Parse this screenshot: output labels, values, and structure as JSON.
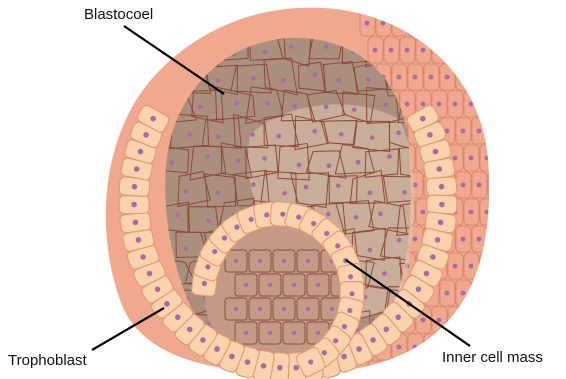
{
  "labels": {
    "blastocoel": "Blastocoel",
    "trophoblast": "Trophoblast",
    "inner_cell_mass": "Inner cell mass"
  },
  "colors": {
    "outer_cell_fill": "#fbd2ae",
    "outer_cell_stroke": "#e29a72",
    "back_shell_fill": "#f0a98f",
    "back_cell_stroke": "#d27e68",
    "cavity_fill": "#a98f7c",
    "cavity_highlight": "#e2c6ae",
    "cavity_cell_stroke": "#8a4a3c",
    "icm_fill": "#c49a86",
    "nucleus": "#a86aa6",
    "leader_line": "#000000"
  }
}
